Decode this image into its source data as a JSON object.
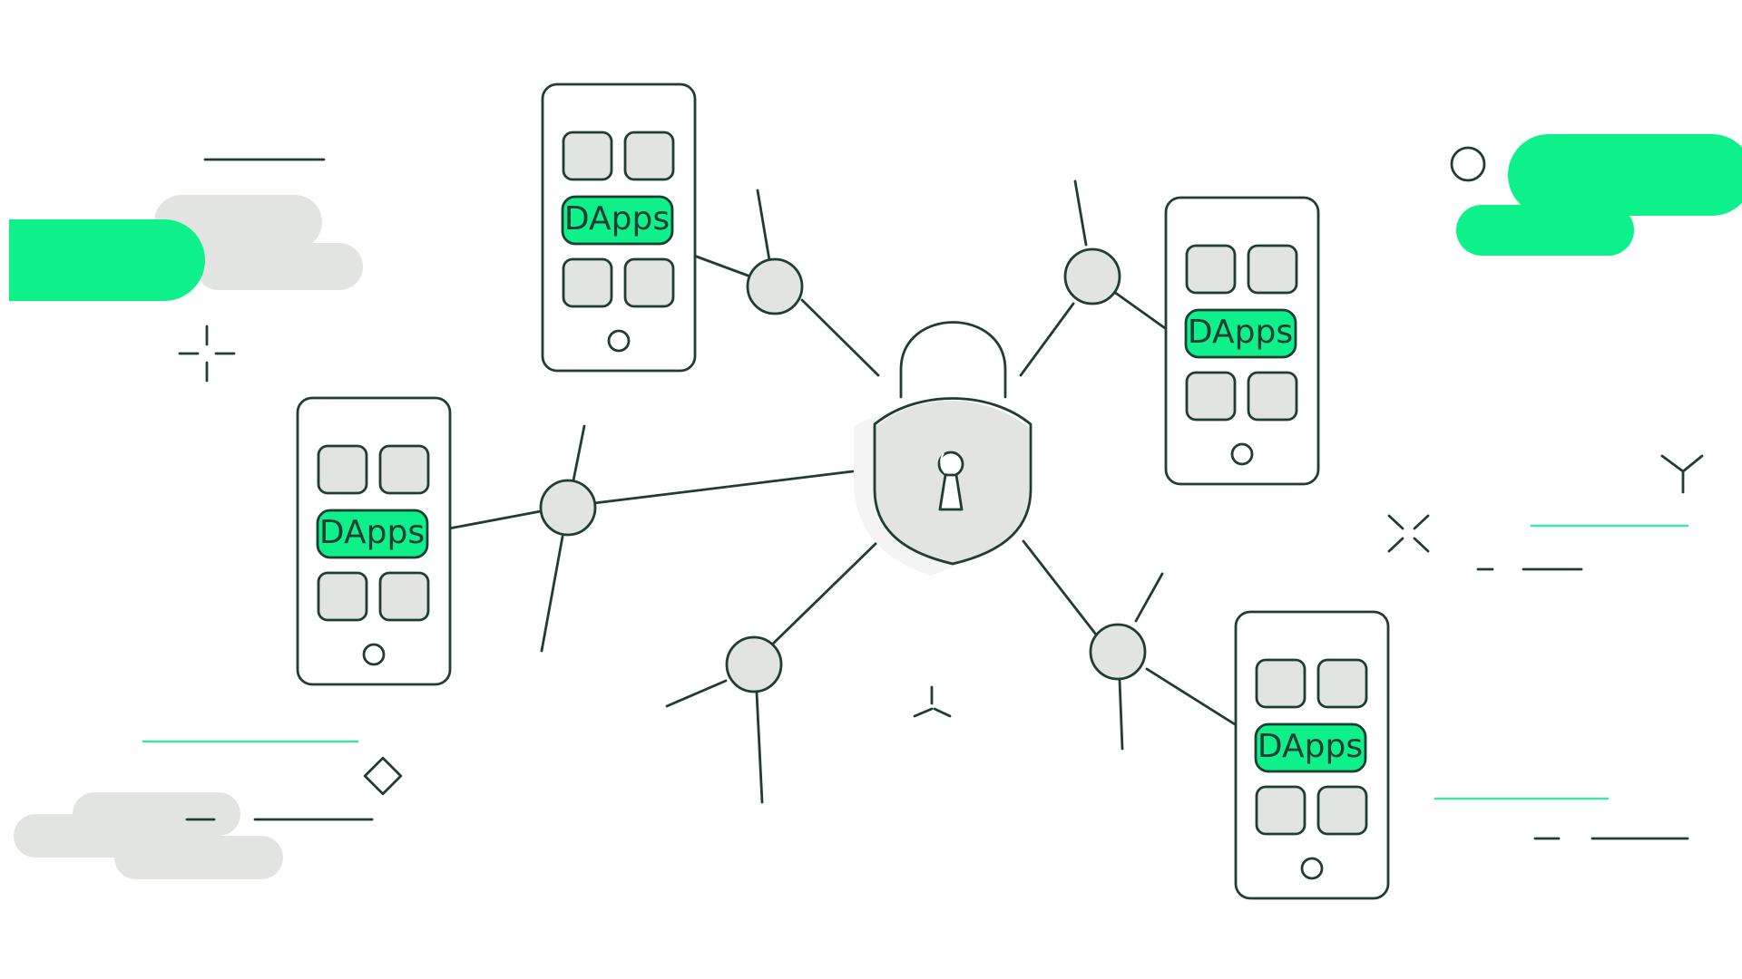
{
  "diagram": {
    "center": {
      "icon": "padlock-shield-icon"
    },
    "phones": [
      {
        "id": "phone-top",
        "label": "DApps",
        "icon": "smartphone-icon"
      },
      {
        "id": "phone-left",
        "label": "DApps",
        "icon": "smartphone-icon"
      },
      {
        "id": "phone-right",
        "label": "DApps",
        "icon": "smartphone-icon"
      },
      {
        "id": "phone-bottom-right",
        "label": "DApps",
        "icon": "smartphone-icon"
      }
    ]
  },
  "colors": {
    "accent_green": "#0ef08a",
    "light_green_line": "#3ee6a0",
    "outline": "#1f3d33",
    "fill_grey": "#e2e4e2",
    "background": "#ffffff"
  }
}
